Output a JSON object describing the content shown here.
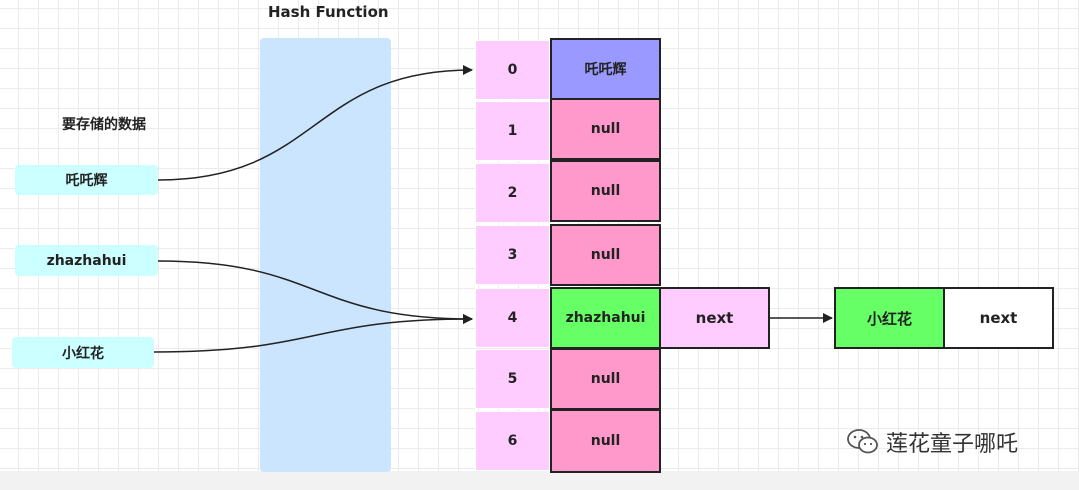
{
  "title": "Hash Function",
  "keys_label": "要存储的数据",
  "keys": [
    "吒吒辉",
    "zhazhahui",
    "小红花"
  ],
  "indices": [
    "0",
    "1",
    "2",
    "3",
    "4",
    "5",
    "6"
  ],
  "cells": [
    "吒吒辉",
    "null",
    "null",
    "null",
    "zhazhahui",
    "null",
    "null"
  ],
  "bucket_next": "next",
  "chain": {
    "value": "小红花",
    "next": "next"
  },
  "colors": {
    "hash_box": "#cce5ff",
    "key_box": "#ccffff",
    "index_cell": "#ffccff",
    "slot_first": "#9999ff",
    "slot_null": "#ff99cc",
    "slot_active": "#66ff66",
    "next_cell": "#ffccff"
  },
  "watermark": "莲花童子哪吒"
}
